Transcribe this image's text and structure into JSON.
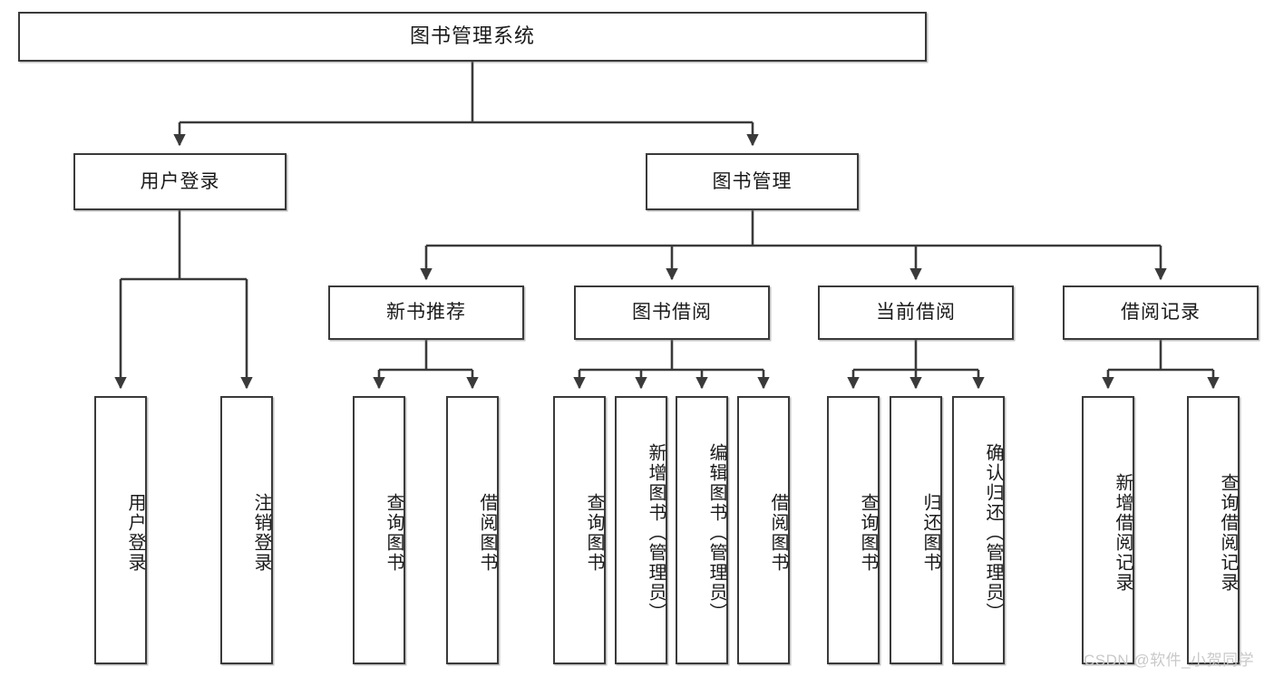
{
  "diagram": {
    "type": "tree",
    "title": "图书管理系统",
    "root": {
      "label": "图书管理系统"
    },
    "level2": [
      {
        "label": "用户登录"
      },
      {
        "label": "图书管理"
      }
    ],
    "level3": [
      {
        "label": "新书推荐"
      },
      {
        "label": "图书借阅"
      },
      {
        "label": "当前借阅"
      },
      {
        "label": "借阅记录"
      }
    ],
    "leaves": {
      "user_login": [
        {
          "label": "用户登录"
        },
        {
          "label": "注销登录"
        }
      ],
      "new_book_recommend": [
        {
          "label": "查询图书"
        },
        {
          "label": "借阅图书"
        }
      ],
      "book_borrow": [
        {
          "label": "查询图书"
        },
        {
          "label": "新增图书（管理员）"
        },
        {
          "label": "编辑图书（管理员）"
        },
        {
          "label": "借阅图书"
        }
      ],
      "current_borrow": [
        {
          "label": "查询图书"
        },
        {
          "label": "归还图书"
        },
        {
          "label": "确认归还（管理员）"
        }
      ],
      "borrow_record": [
        {
          "label": "新增借阅记录"
        },
        {
          "label": "查询借阅记录"
        }
      ]
    }
  },
  "watermark": {
    "text": "CSDN @软件_小贺同学"
  },
  "colors": {
    "box_border": "#3a3a3a",
    "box_fill": "#ffffff",
    "line": "#3a3a3a",
    "text": "#1a1a1a",
    "watermark": "#c9c9c9"
  }
}
